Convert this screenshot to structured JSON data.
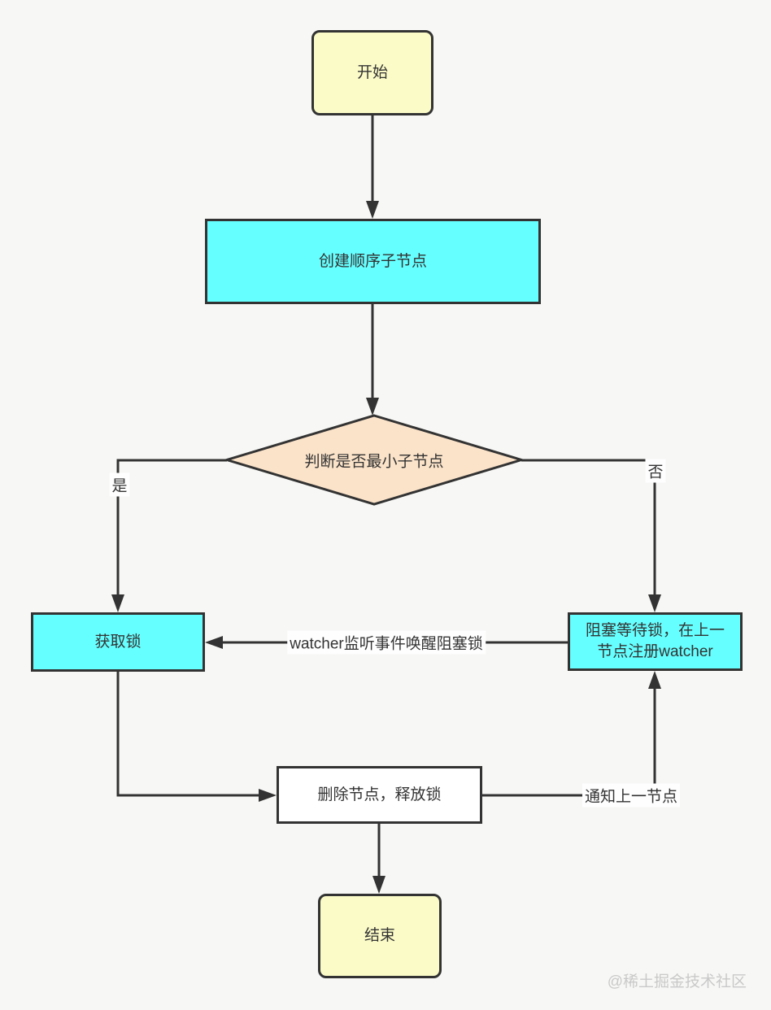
{
  "diagram": {
    "nodes": {
      "start": {
        "label": "开始",
        "type": "terminal"
      },
      "create": {
        "label": "创建顺序子节点",
        "type": "process"
      },
      "decision": {
        "label": "判断是否最小子节点",
        "type": "decision"
      },
      "acquire": {
        "label": "获取锁",
        "type": "process"
      },
      "block": {
        "label": "阻塞等待锁，在上一节点注册watcher",
        "type": "process"
      },
      "release": {
        "label": "删除节点，释放锁",
        "type": "process"
      },
      "end": {
        "label": "结束",
        "type": "terminal"
      }
    },
    "edges": {
      "yes_label": "是",
      "no_label": "否",
      "watcher_label": "watcher监听事件唤醒阻塞锁",
      "notify_label": "通知上一节点"
    },
    "watermark": "@稀土掘金技术社区",
    "colors": {
      "background": "#F7F7F5",
      "stroke": "#333333",
      "terminal_fill": "#FBFBC8",
      "process_fill": "#66FFFF",
      "decision_fill": "#FBE3C9",
      "plain_fill": "#FFFFFF",
      "watermark_text": "#C9C9C9"
    }
  }
}
